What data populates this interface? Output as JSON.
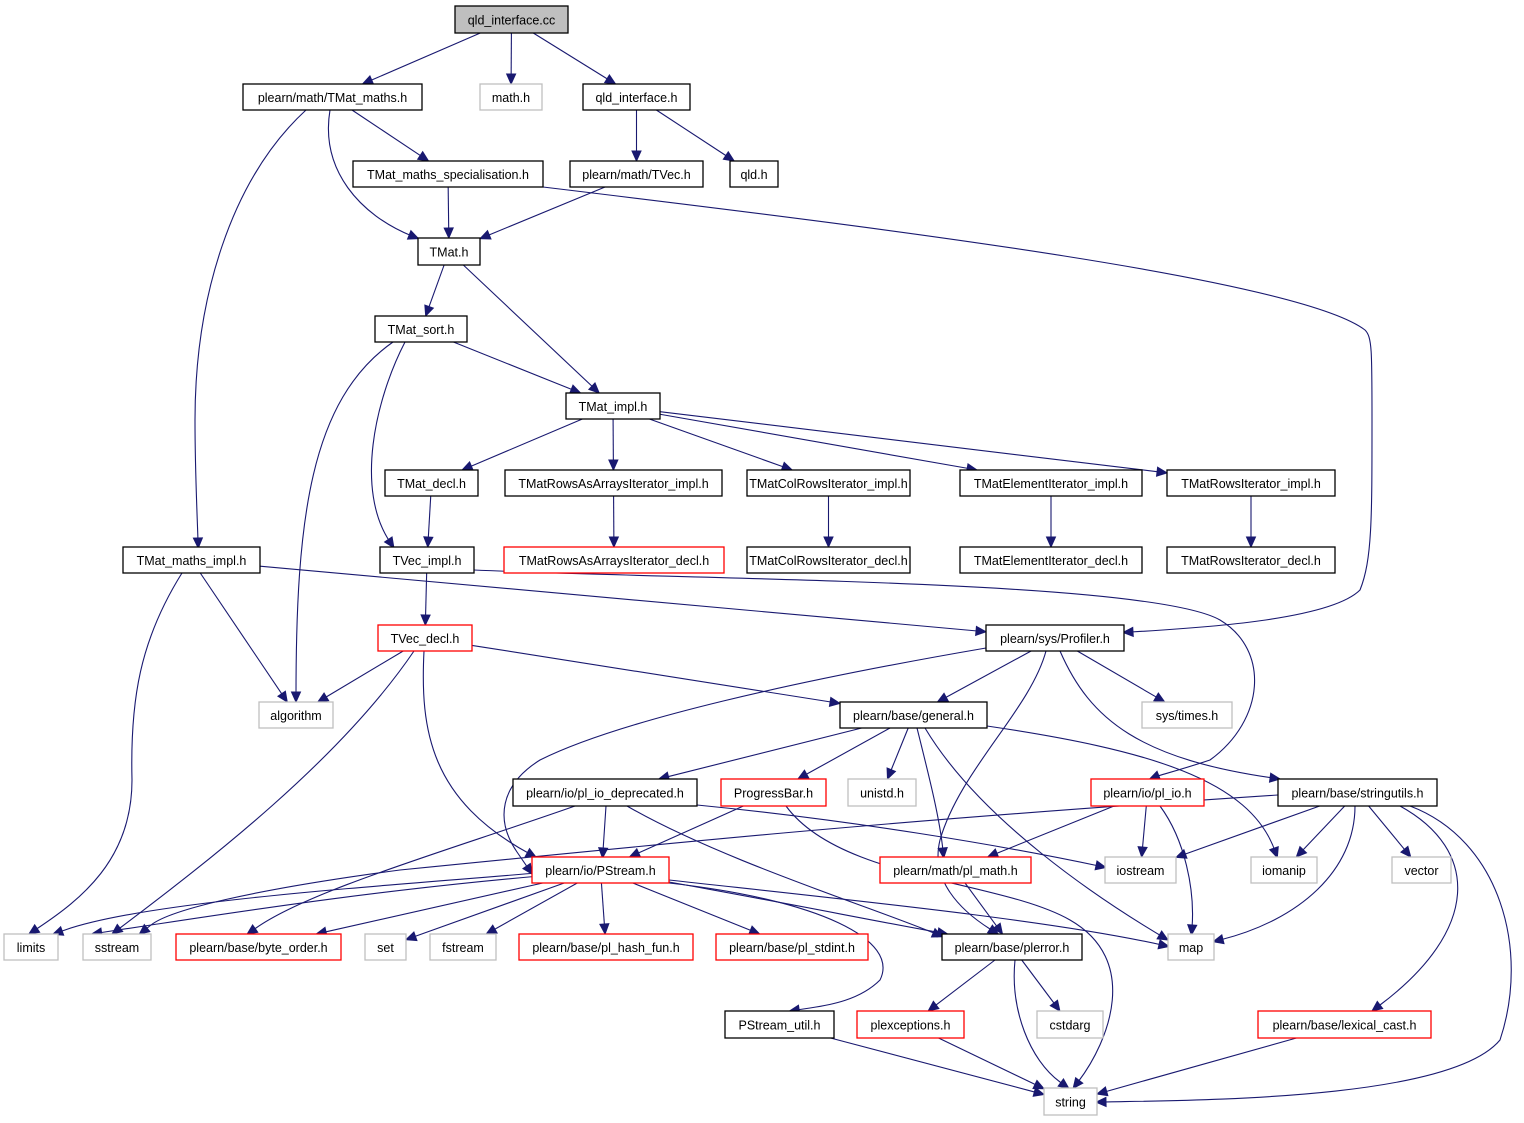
{
  "title": "qld_interface.cc include dependency graph",
  "colors": {
    "edge": "#191970",
    "root_fill": "#bfbfbf",
    "root_border": "#000000",
    "documented_border": "#000000",
    "truncated_border": "#ff0000",
    "external_border": "#bfbfbf",
    "node_fill": "#ffffff"
  },
  "nodes": [
    {
      "id": "qld_interface_cc",
      "label": "qld_interface.cc",
      "kind": "root"
    },
    {
      "id": "tmat_maths",
      "label": "plearn/math/TMat_maths.h",
      "kind": "documented"
    },
    {
      "id": "math_h",
      "label": "math.h",
      "kind": "external"
    },
    {
      "id": "qld_interface_h",
      "label": "qld_interface.h",
      "kind": "documented"
    },
    {
      "id": "tmat_maths_spec",
      "label": "TMat_maths_specialisation.h",
      "kind": "documented"
    },
    {
      "id": "tvec_h",
      "label": "plearn/math/TVec.h",
      "kind": "documented"
    },
    {
      "id": "qld_h",
      "label": "qld.h",
      "kind": "documented"
    },
    {
      "id": "tmat_h",
      "label": "TMat.h",
      "kind": "documented"
    },
    {
      "id": "tmat_sort",
      "label": "TMat_sort.h",
      "kind": "documented"
    },
    {
      "id": "tmat_impl",
      "label": "TMat_impl.h",
      "kind": "documented"
    },
    {
      "id": "tmat_decl",
      "label": "TMat_decl.h",
      "kind": "documented"
    },
    {
      "id": "rows_arrays_impl",
      "label": "TMatRowsAsArraysIterator_impl.h",
      "kind": "documented"
    },
    {
      "id": "colrows_impl",
      "label": "TMatColRowsIterator_impl.h",
      "kind": "documented"
    },
    {
      "id": "element_impl",
      "label": "TMatElementIterator_impl.h",
      "kind": "documented"
    },
    {
      "id": "rows_impl",
      "label": "TMatRowsIterator_impl.h",
      "kind": "documented"
    },
    {
      "id": "tmat_maths_impl",
      "label": "TMat_maths_impl.h",
      "kind": "documented"
    },
    {
      "id": "tvec_impl",
      "label": "TVec_impl.h",
      "kind": "documented"
    },
    {
      "id": "rows_arrays_decl",
      "label": "TMatRowsAsArraysIterator_decl.h",
      "kind": "truncated"
    },
    {
      "id": "colrows_decl",
      "label": "TMatColRowsIterator_decl.h",
      "kind": "documented"
    },
    {
      "id": "element_decl",
      "label": "TMatElementIterator_decl.h",
      "kind": "documented"
    },
    {
      "id": "rows_decl",
      "label": "TMatRowsIterator_decl.h",
      "kind": "documented"
    },
    {
      "id": "tvec_decl",
      "label": "TVec_decl.h",
      "kind": "truncated"
    },
    {
      "id": "profiler",
      "label": "plearn/sys/Profiler.h",
      "kind": "documented"
    },
    {
      "id": "algorithm",
      "label": "algorithm",
      "kind": "external"
    },
    {
      "id": "general",
      "label": "plearn/base/general.h",
      "kind": "documented"
    },
    {
      "id": "sys_times",
      "label": "sys/times.h",
      "kind": "external"
    },
    {
      "id": "pl_io_deprecated",
      "label": "plearn/io/pl_io_deprecated.h",
      "kind": "documented"
    },
    {
      "id": "progressbar",
      "label": "ProgressBar.h",
      "kind": "truncated"
    },
    {
      "id": "unistd",
      "label": "unistd.h",
      "kind": "external"
    },
    {
      "id": "pl_io",
      "label": "plearn/io/pl_io.h",
      "kind": "truncated"
    },
    {
      "id": "stringutils",
      "label": "plearn/base/stringutils.h",
      "kind": "documented"
    },
    {
      "id": "pstream",
      "label": "plearn/io/PStream.h",
      "kind": "truncated"
    },
    {
      "id": "pl_math",
      "label": "plearn/math/pl_math.h",
      "kind": "truncated"
    },
    {
      "id": "iostream",
      "label": "iostream",
      "kind": "external"
    },
    {
      "id": "iomanip",
      "label": "iomanip",
      "kind": "external"
    },
    {
      "id": "vector",
      "label": "vector",
      "kind": "external"
    },
    {
      "id": "limits",
      "label": "limits",
      "kind": "external"
    },
    {
      "id": "sstream",
      "label": "sstream",
      "kind": "external"
    },
    {
      "id": "byte_order",
      "label": "plearn/base/byte_order.h",
      "kind": "truncated"
    },
    {
      "id": "set",
      "label": "set",
      "kind": "external"
    },
    {
      "id": "fstream",
      "label": "fstream",
      "kind": "external"
    },
    {
      "id": "pl_hash_fun",
      "label": "plearn/base/pl_hash_fun.h",
      "kind": "truncated"
    },
    {
      "id": "pl_stdint",
      "label": "plearn/base/pl_stdint.h",
      "kind": "truncated"
    },
    {
      "id": "plerror",
      "label": "plearn/base/plerror.h",
      "kind": "documented"
    },
    {
      "id": "map",
      "label": "map",
      "kind": "external"
    },
    {
      "id": "pstream_util",
      "label": "PStream_util.h",
      "kind": "documented"
    },
    {
      "id": "plexceptions",
      "label": "plexceptions.h",
      "kind": "truncated"
    },
    {
      "id": "cstdarg",
      "label": "cstdarg",
      "kind": "external"
    },
    {
      "id": "lexical_cast",
      "label": "plearn/base/lexical_cast.h",
      "kind": "truncated"
    },
    {
      "id": "string",
      "label": "string",
      "kind": "external"
    }
  ],
  "edges": [
    [
      "qld_interface_cc",
      "tmat_maths"
    ],
    [
      "qld_interface_cc",
      "math_h"
    ],
    [
      "qld_interface_cc",
      "qld_interface_h"
    ],
    [
      "tmat_maths",
      "tmat_maths_spec"
    ],
    [
      "tmat_maths",
      "tmat_h"
    ],
    [
      "tmat_maths",
      "tmat_maths_impl"
    ],
    [
      "qld_interface_h",
      "tvec_h"
    ],
    [
      "qld_interface_h",
      "qld_h"
    ],
    [
      "tmat_maths_spec",
      "tmat_h"
    ],
    [
      "tmat_maths_spec",
      "profiler"
    ],
    [
      "tvec_h",
      "tmat_h"
    ],
    [
      "tmat_h",
      "tmat_sort"
    ],
    [
      "tmat_h",
      "tmat_impl"
    ],
    [
      "tmat_sort",
      "tmat_impl"
    ],
    [
      "tmat_sort",
      "tvec_impl"
    ],
    [
      "tmat_sort",
      "algorithm"
    ],
    [
      "tmat_impl",
      "tmat_decl"
    ],
    [
      "tmat_impl",
      "rows_arrays_impl"
    ],
    [
      "tmat_impl",
      "colrows_impl"
    ],
    [
      "tmat_impl",
      "element_impl"
    ],
    [
      "tmat_impl",
      "rows_impl"
    ],
    [
      "tmat_decl",
      "tvec_impl"
    ],
    [
      "rows_arrays_impl",
      "rows_arrays_decl"
    ],
    [
      "colrows_impl",
      "colrows_decl"
    ],
    [
      "element_impl",
      "element_decl"
    ],
    [
      "rows_impl",
      "rows_decl"
    ],
    [
      "tmat_maths_impl",
      "profiler"
    ],
    [
      "tmat_maths_impl",
      "algorithm"
    ],
    [
      "tmat_maths_impl",
      "limits"
    ],
    [
      "tvec_impl",
      "tvec_decl"
    ],
    [
      "tvec_impl",
      "pl_io"
    ],
    [
      "tvec_decl",
      "algorithm"
    ],
    [
      "tvec_decl",
      "general"
    ],
    [
      "tvec_decl",
      "pstream"
    ],
    [
      "tvec_decl",
      "sstream"
    ],
    [
      "profiler",
      "general"
    ],
    [
      "profiler",
      "sys_times"
    ],
    [
      "profiler",
      "stringutils"
    ],
    [
      "profiler",
      "pstream"
    ],
    [
      "profiler",
      "plerror"
    ],
    [
      "general",
      "pl_io_deprecated"
    ],
    [
      "general",
      "progressbar"
    ],
    [
      "general",
      "unistd"
    ],
    [
      "general",
      "pl_math"
    ],
    [
      "general",
      "map"
    ],
    [
      "general",
      "iomanip"
    ],
    [
      "pl_io_deprecated",
      "pstream"
    ],
    [
      "pl_io_deprecated",
      "byte_order"
    ],
    [
      "pl_io_deprecated",
      "plerror"
    ],
    [
      "pl_io_deprecated",
      "iostream"
    ],
    [
      "progressbar",
      "pstream"
    ],
    [
      "progressbar",
      "string"
    ],
    [
      "pl_io",
      "pl_math"
    ],
    [
      "pl_io",
      "iostream"
    ],
    [
      "pl_io",
      "map"
    ],
    [
      "stringutils",
      "iostream"
    ],
    [
      "stringutils",
      "iomanip"
    ],
    [
      "stringutils",
      "vector"
    ],
    [
      "stringutils",
      "map"
    ],
    [
      "stringutils",
      "sstream"
    ],
    [
      "stringutils",
      "lexical_cast"
    ],
    [
      "stringutils",
      "string"
    ],
    [
      "pstream",
      "limits"
    ],
    [
      "pstream",
      "sstream"
    ],
    [
      "pstream",
      "byte_order"
    ],
    [
      "pstream",
      "set"
    ],
    [
      "pstream",
      "fstream"
    ],
    [
      "pstream",
      "pl_hash_fun"
    ],
    [
      "pstream",
      "pl_stdint"
    ],
    [
      "pstream",
      "plerror"
    ],
    [
      "pstream",
      "map"
    ],
    [
      "pstream",
      "pstream_util"
    ],
    [
      "pl_math",
      "plerror"
    ],
    [
      "plerror",
      "plexceptions"
    ],
    [
      "plerror",
      "cstdarg"
    ],
    [
      "plerror",
      "string"
    ],
    [
      "pstream_util",
      "string"
    ],
    [
      "plexceptions",
      "string"
    ],
    [
      "lexical_cast",
      "string"
    ]
  ]
}
